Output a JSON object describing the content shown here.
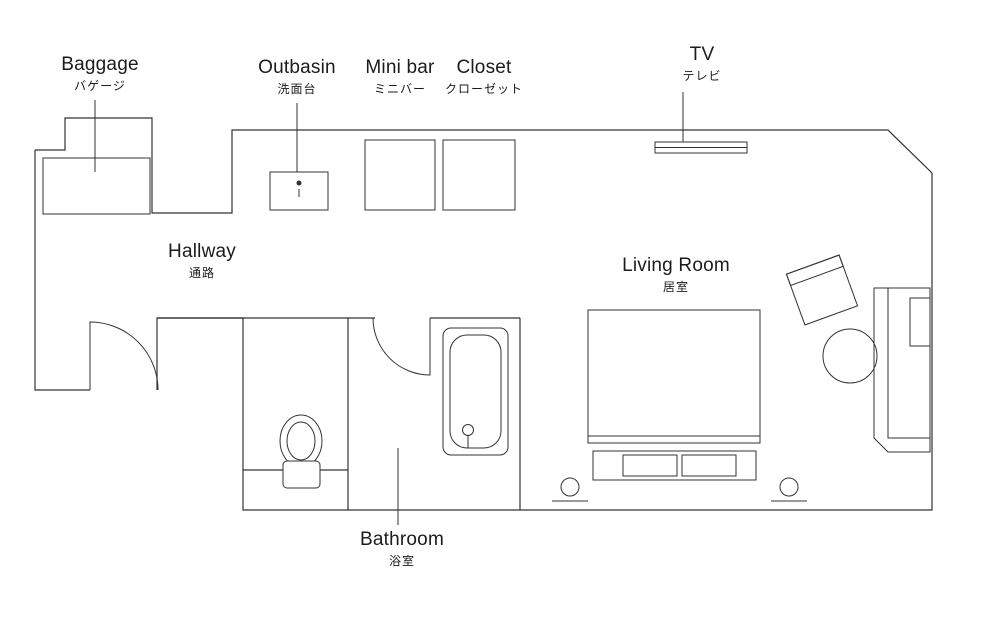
{
  "floorplan": {
    "labels": {
      "baggage": {
        "en": "Baggage",
        "ja": "バゲージ"
      },
      "outbasin": {
        "en": "Outbasin",
        "ja": "洗面台"
      },
      "minibar": {
        "en": "Mini bar",
        "ja": "ミニバー"
      },
      "closet": {
        "en": "Closet",
        "ja": "クローゼット"
      },
      "tv": {
        "en": "TV",
        "ja": "テレビ"
      },
      "hallway": {
        "en": "Hallway",
        "ja": "通路"
      },
      "living_room": {
        "en": "Living Room",
        "ja": "居室"
      },
      "bathroom": {
        "en": "Bathroom",
        "ja": "浴室"
      }
    },
    "colors": {
      "line": "#333333",
      "background": "#ffffff",
      "text": "#1b1b1b"
    }
  }
}
